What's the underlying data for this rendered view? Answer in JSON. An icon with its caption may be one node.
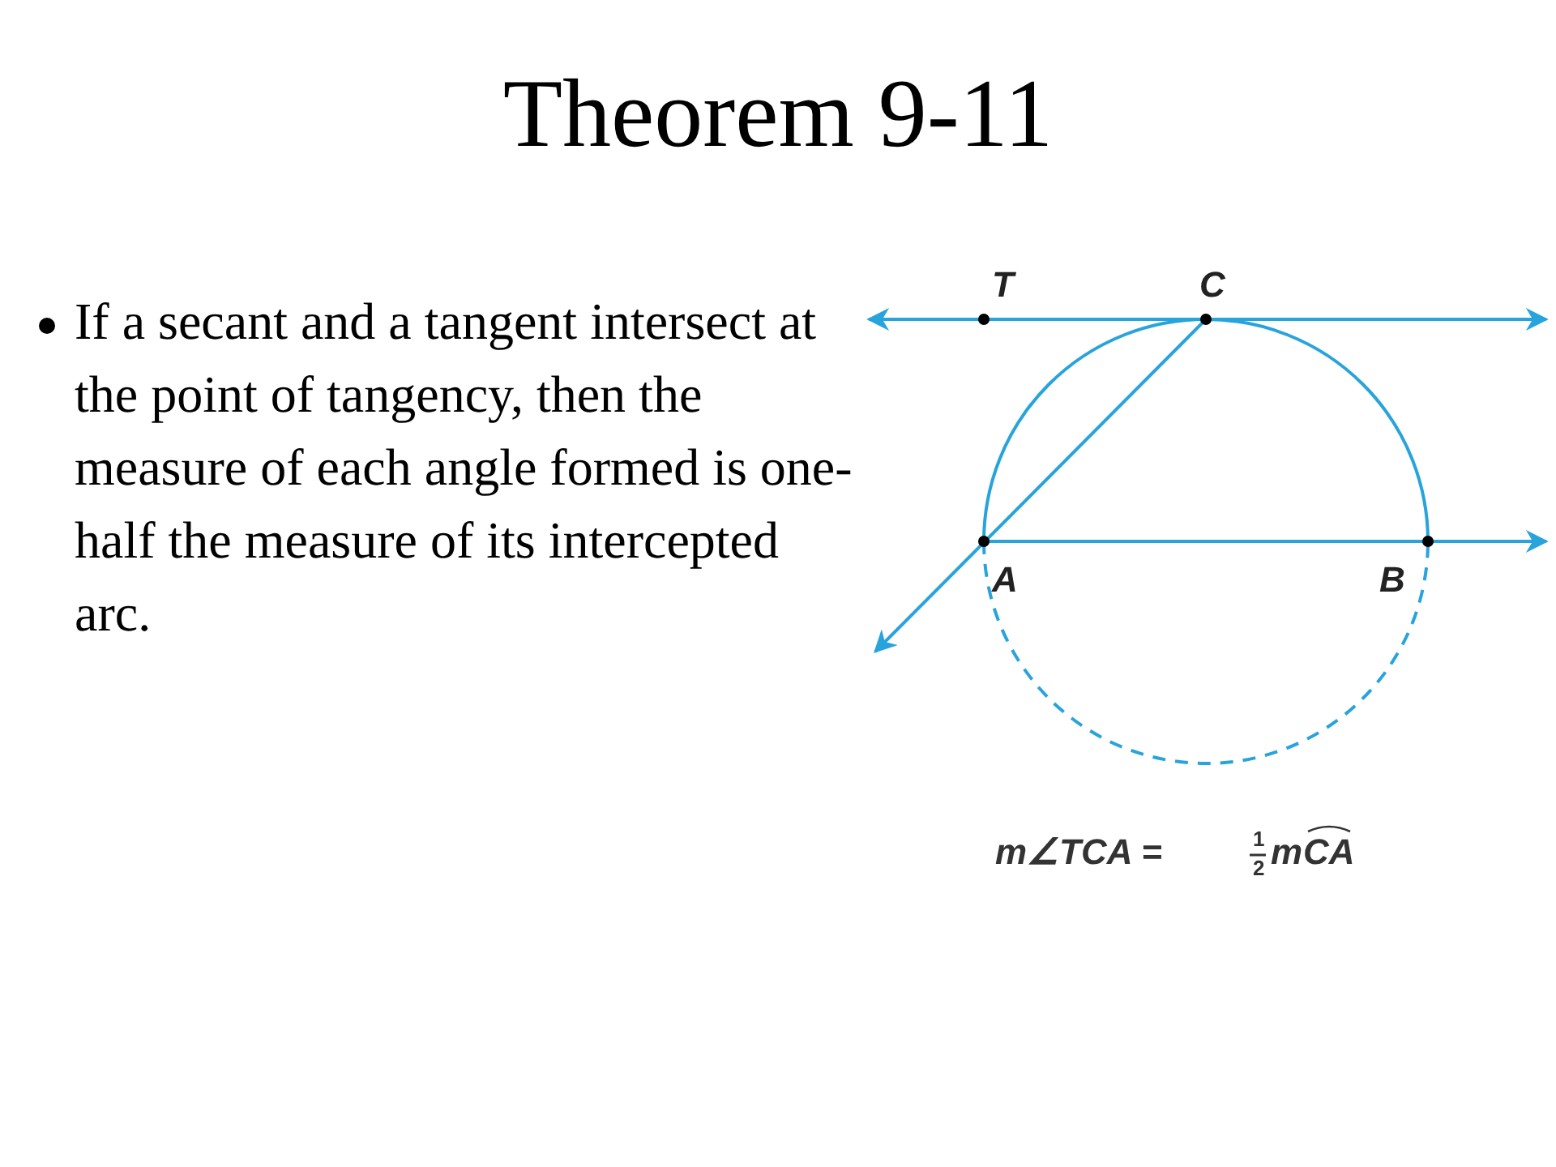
{
  "diagram": {
    "title": "Theorem 9-11",
    "labels": [
      "If a secant and a tangent intersect at the point of tangency, then the measure of each angle formed is one-half the measure of its intercepted arc.",
      "T",
      "C",
      "A",
      "B",
      "m∠TCA =",
      "1",
      "2",
      "m",
      "CA"
    ]
  }
}
